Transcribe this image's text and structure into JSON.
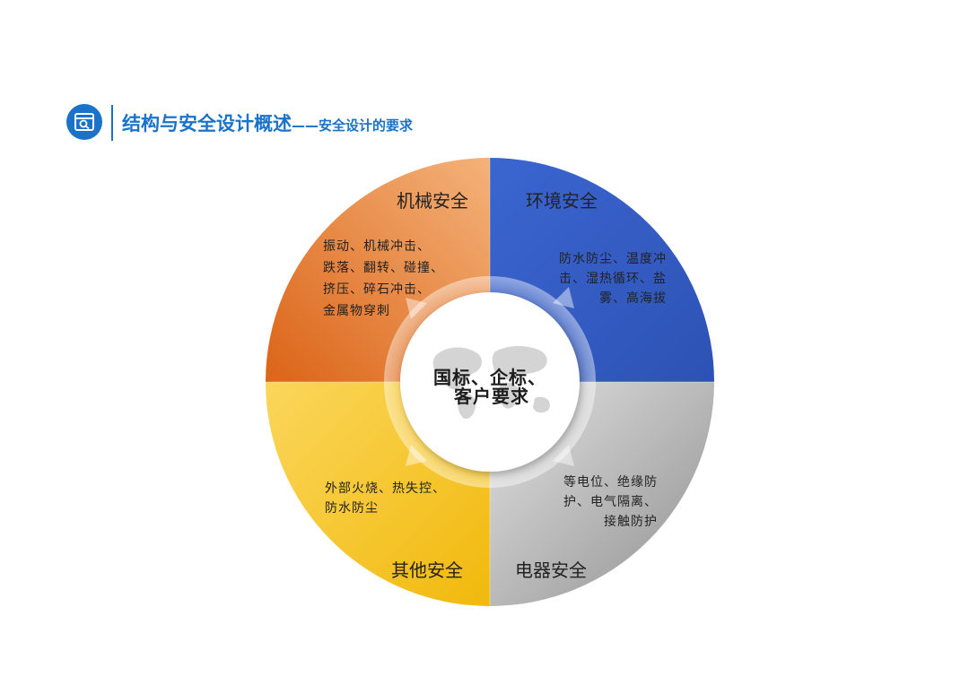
{
  "header": {
    "icon": "browser-search-icon",
    "title": "结构与安全设计概述",
    "subtitle": "——安全设计的要求"
  },
  "diagram": {
    "center": {
      "line1": "国标、企标、",
      "line2": "客户要求"
    },
    "segments": [
      {
        "id": "mechanical",
        "title": "机械安全",
        "color": "#e8762b",
        "lines": [
          "振动、机械冲击、",
          "跌落、翻转、碰撞、",
          "挤压、碎石冲击、",
          "金属物穿刺"
        ]
      },
      {
        "id": "environment",
        "title": "环境安全",
        "color": "#3a63c9",
        "lines": [
          "防水防尘、温度冲",
          "击、湿热循环、盐",
          "雾、高海拔"
        ]
      },
      {
        "id": "electrical",
        "title": "电器安全",
        "color": "#a7a7a7",
        "lines": [
          "等电位、绝缘防",
          "护、电气隔离、",
          "接触防护"
        ]
      },
      {
        "id": "other",
        "title": "其他安全",
        "color": "#f8c41f",
        "lines": [
          "外部火烧、热失控、",
          "防水防尘"
        ]
      }
    ]
  }
}
